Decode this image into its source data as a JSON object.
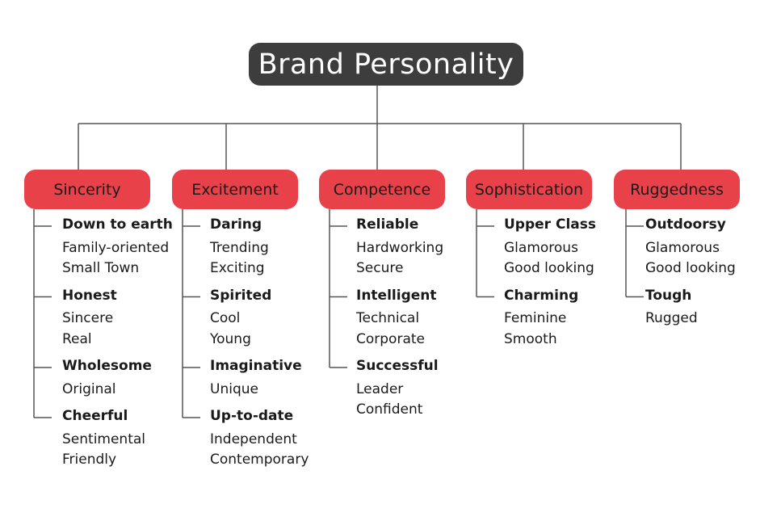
{
  "colors": {
    "root_bg": "#3d3d3d",
    "root_text": "#ffffff",
    "dimension_bg": "#e8414a",
    "dimension_text": "#1a1a1a",
    "line": "#555555",
    "text": "#1a1a1a"
  },
  "root": {
    "label": "Brand Personality"
  },
  "dimensions": [
    {
      "label": "Sincerity",
      "facets": [
        {
          "label": "Down to earth",
          "traits": [
            "Family-oriented",
            "Small Town"
          ]
        },
        {
          "label": "Honest",
          "traits": [
            "Sincere",
            "Real"
          ]
        },
        {
          "label": "Wholesome",
          "traits": [
            "Original"
          ]
        },
        {
          "label": "Cheerful",
          "traits": [
            "Sentimental",
            "Friendly"
          ]
        }
      ]
    },
    {
      "label": "Excitement",
      "facets": [
        {
          "label": "Daring",
          "traits": [
            "Trending",
            "Exciting"
          ]
        },
        {
          "label": "Spirited",
          "traits": [
            "Cool",
            "Young"
          ]
        },
        {
          "label": "Imaginative",
          "traits": [
            "Unique"
          ]
        },
        {
          "label": "Up-to-date",
          "traits": [
            "Independent",
            "Contemporary"
          ]
        }
      ]
    },
    {
      "label": "Competence",
      "facets": [
        {
          "label": "Reliable",
          "traits": [
            "Hardworking",
            "Secure"
          ]
        },
        {
          "label": "Intelligent",
          "traits": [
            "Technical",
            "Corporate"
          ]
        },
        {
          "label": "Successful",
          "traits": [
            "Leader",
            "Confident"
          ]
        }
      ]
    },
    {
      "label": "Sophistication",
      "facets": [
        {
          "label": "Upper Class",
          "traits": [
            "Glamorous",
            "Good looking"
          ]
        },
        {
          "label": "Charming",
          "traits": [
            "Feminine",
            "Smooth"
          ]
        }
      ]
    },
    {
      "label": "Ruggedness",
      "facets": [
        {
          "label": "Outdoorsy",
          "traits": [
            "Glamorous",
            "Good looking"
          ]
        },
        {
          "label": "Tough",
          "traits": [
            "Rugged"
          ]
        }
      ]
    }
  ]
}
